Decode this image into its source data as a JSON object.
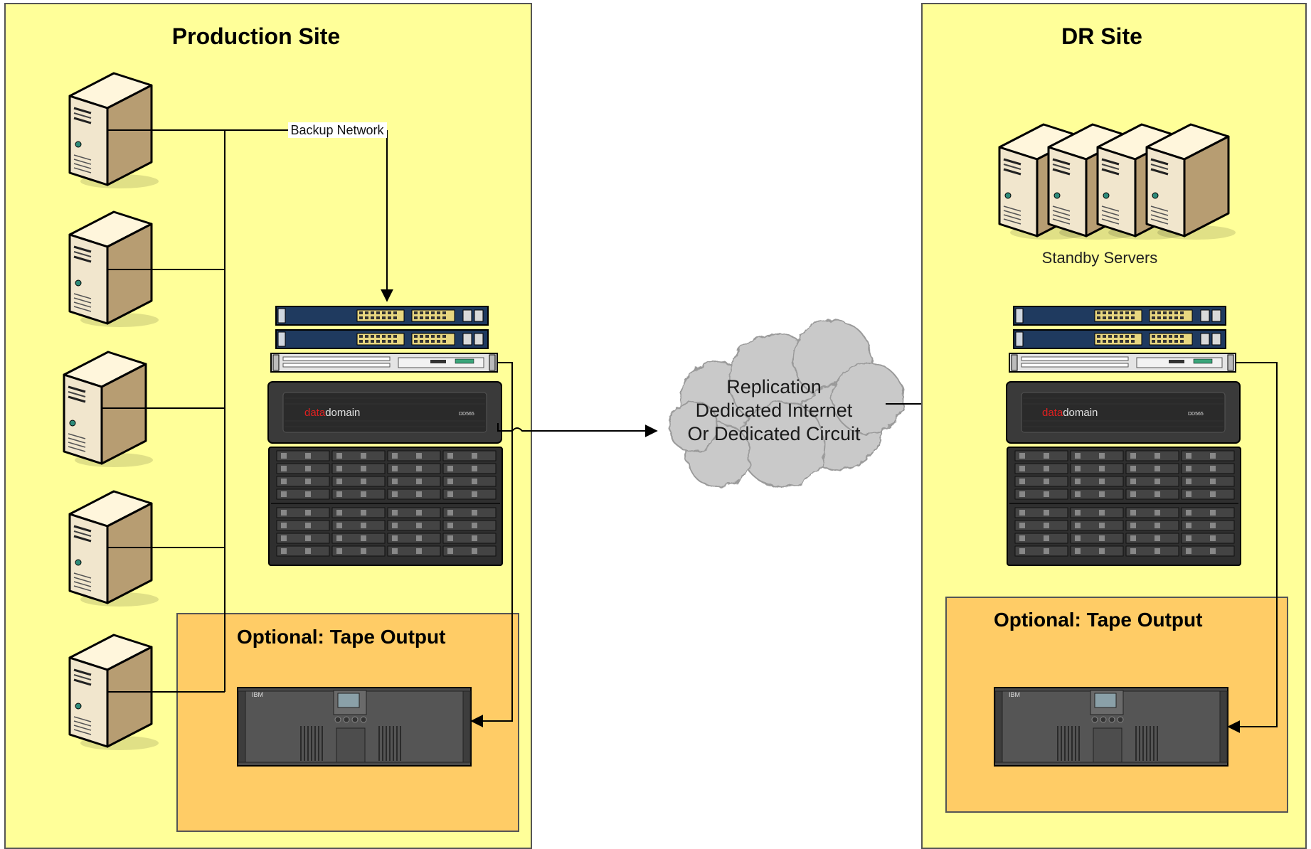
{
  "production_site": {
    "title": "Production Site",
    "backup_network_label": "Backup Network",
    "tape_output_label": "Optional:  Tape Output"
  },
  "dr_site": {
    "title": "DR Site",
    "standby_label": "Standby Servers",
    "tape_output_label": "Optional:  Tape Output"
  },
  "cloud": {
    "line1": "Replication",
    "line2": "Dedicated Internet",
    "line3": "Or Dedicated Circuit"
  },
  "appliance": {
    "brand_part1": "data",
    "brand_part2": "domain",
    "model": "DD565"
  },
  "tape_library": {
    "brand": "IBM"
  },
  "colors": {
    "site_fill": "#ffff99",
    "tape_fill": "#ffcc66",
    "switch_blue": "#1f3a5f",
    "appliance_dark": "#3a3a3a",
    "cloud_gray": "#c8c8c8"
  }
}
